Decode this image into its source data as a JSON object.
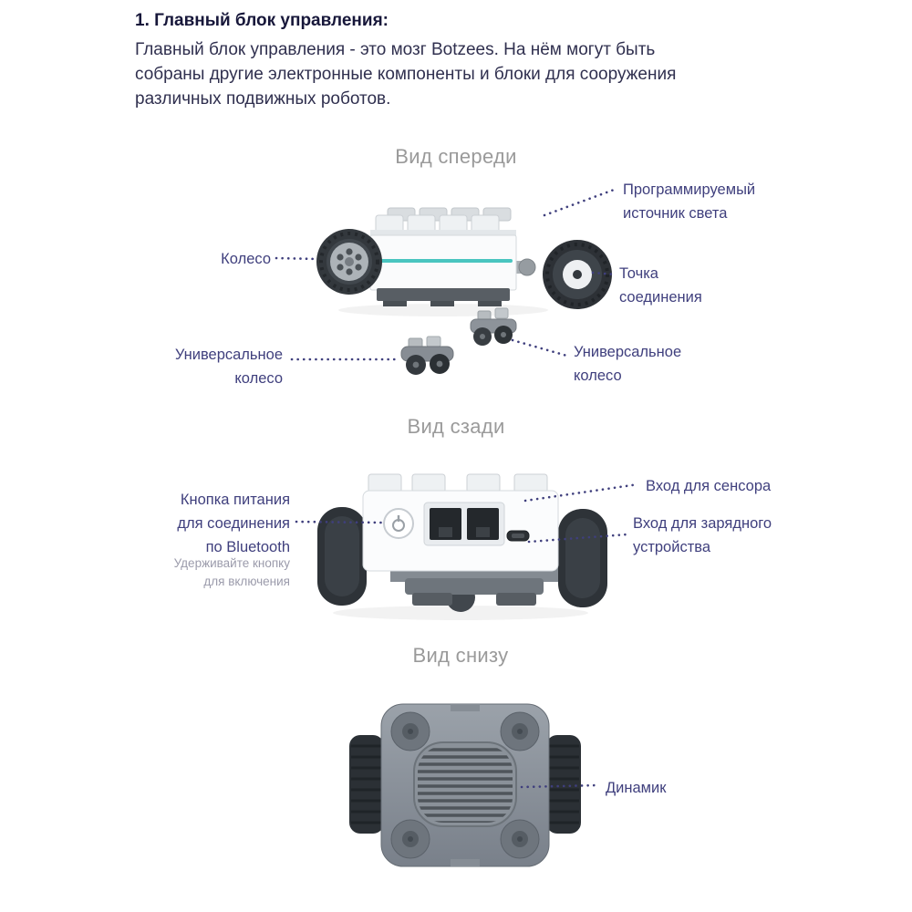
{
  "page": {
    "heading": "1. Главный блок управления:",
    "paragraph_lines": [
      "Главный блок управления - это мозг Botzees. На нём могут быть",
      "собраны другие электронные компоненты и блоки для сооружения",
      "различных подвижных роботов."
    ]
  },
  "front_view": {
    "title": "Вид спереди",
    "labels": {
      "light_source": "Программируемый источник света",
      "wheel": "Колесо",
      "connection_point": "Точка соединения",
      "universal_wheel_left": "Универсальное колесо",
      "universal_wheel_right": "Универсальное колесо"
    }
  },
  "back_view": {
    "title": "Вид сзади",
    "labels": {
      "sensor_input": "Вход для сенсора",
      "power_button": "Кнопка питания для соединения по Bluetooth",
      "power_hint": "Удерживайте кнопку для включения",
      "charging_input": "Вход для зарядного устройства"
    }
  },
  "bottom_view": {
    "title": "Вид снизу",
    "labels": {
      "speaker": "Динамик"
    }
  },
  "colors": {
    "label_text": "#3f3f7d",
    "hint_text": "#9b9bab",
    "title_gray": "#9a9a9a",
    "body_text": "#30304f",
    "teal_accent": "#49c5c0"
  }
}
